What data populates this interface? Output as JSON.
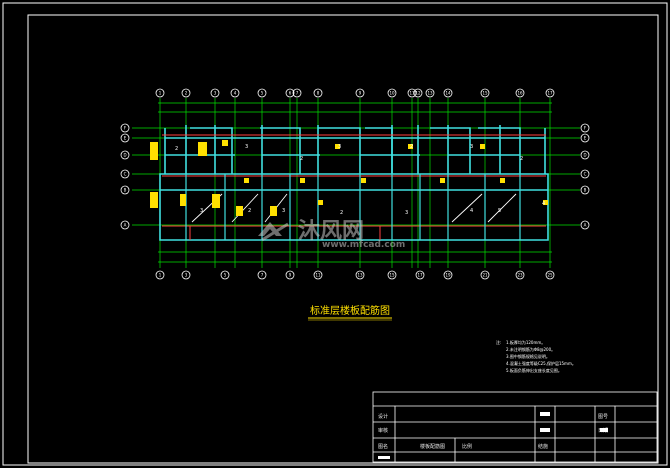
{
  "drawing": {
    "title": "标准层楼板配筋图",
    "top_grid_labels": [
      "1",
      "2",
      "3",
      "4",
      "5",
      "6",
      "7",
      "8",
      "9",
      "10",
      "11",
      "12",
      "13",
      "14",
      "15",
      "16",
      "17"
    ],
    "bottom_grid_labels": [
      "1",
      "3",
      "5",
      "7",
      "9",
      "11",
      "13",
      "15",
      "17",
      "19",
      "21",
      "23",
      "25",
      "27",
      "29"
    ],
    "left_row_labels": [
      "A",
      "B",
      "C",
      "D",
      "E",
      "F"
    ],
    "right_row_labels": [
      "A",
      "B",
      "C",
      "D",
      "E",
      "F"
    ],
    "room_marks": [
      "2",
      "3",
      "2",
      "3",
      "2",
      "3",
      "2",
      "3",
      "2",
      "3",
      "2",
      "3",
      "4",
      "5",
      "4"
    ],
    "notes": {
      "heading": "注:",
      "lines": [
        "1.板厚均为120mm。",
        "2.未注明钢筋为Φ8@200。",
        "3.图中钢筋规格见说明。",
        "4.混凝土强度等级C25,保护层15mm。",
        "5.板面负筋伸出支座长度见图。"
      ]
    }
  },
  "watermark": {
    "brand": "沐风网",
    "url": "www.mfcad.com"
  },
  "title_block": {
    "row1_left": "设计",
    "row2_left": "审核",
    "row3_left": "图名",
    "row3_value": "楼板配筋图",
    "row3_mid": "比例",
    "row1_right": "图号",
    "row2_right": "日期",
    "row3_right": "结施"
  },
  "colors": {
    "background": "#000000",
    "grid": "#00e000",
    "wall": "#40e0e0",
    "beam": "#ff4040",
    "rebar": "#ffe000",
    "frame": "#ffffff"
  }
}
